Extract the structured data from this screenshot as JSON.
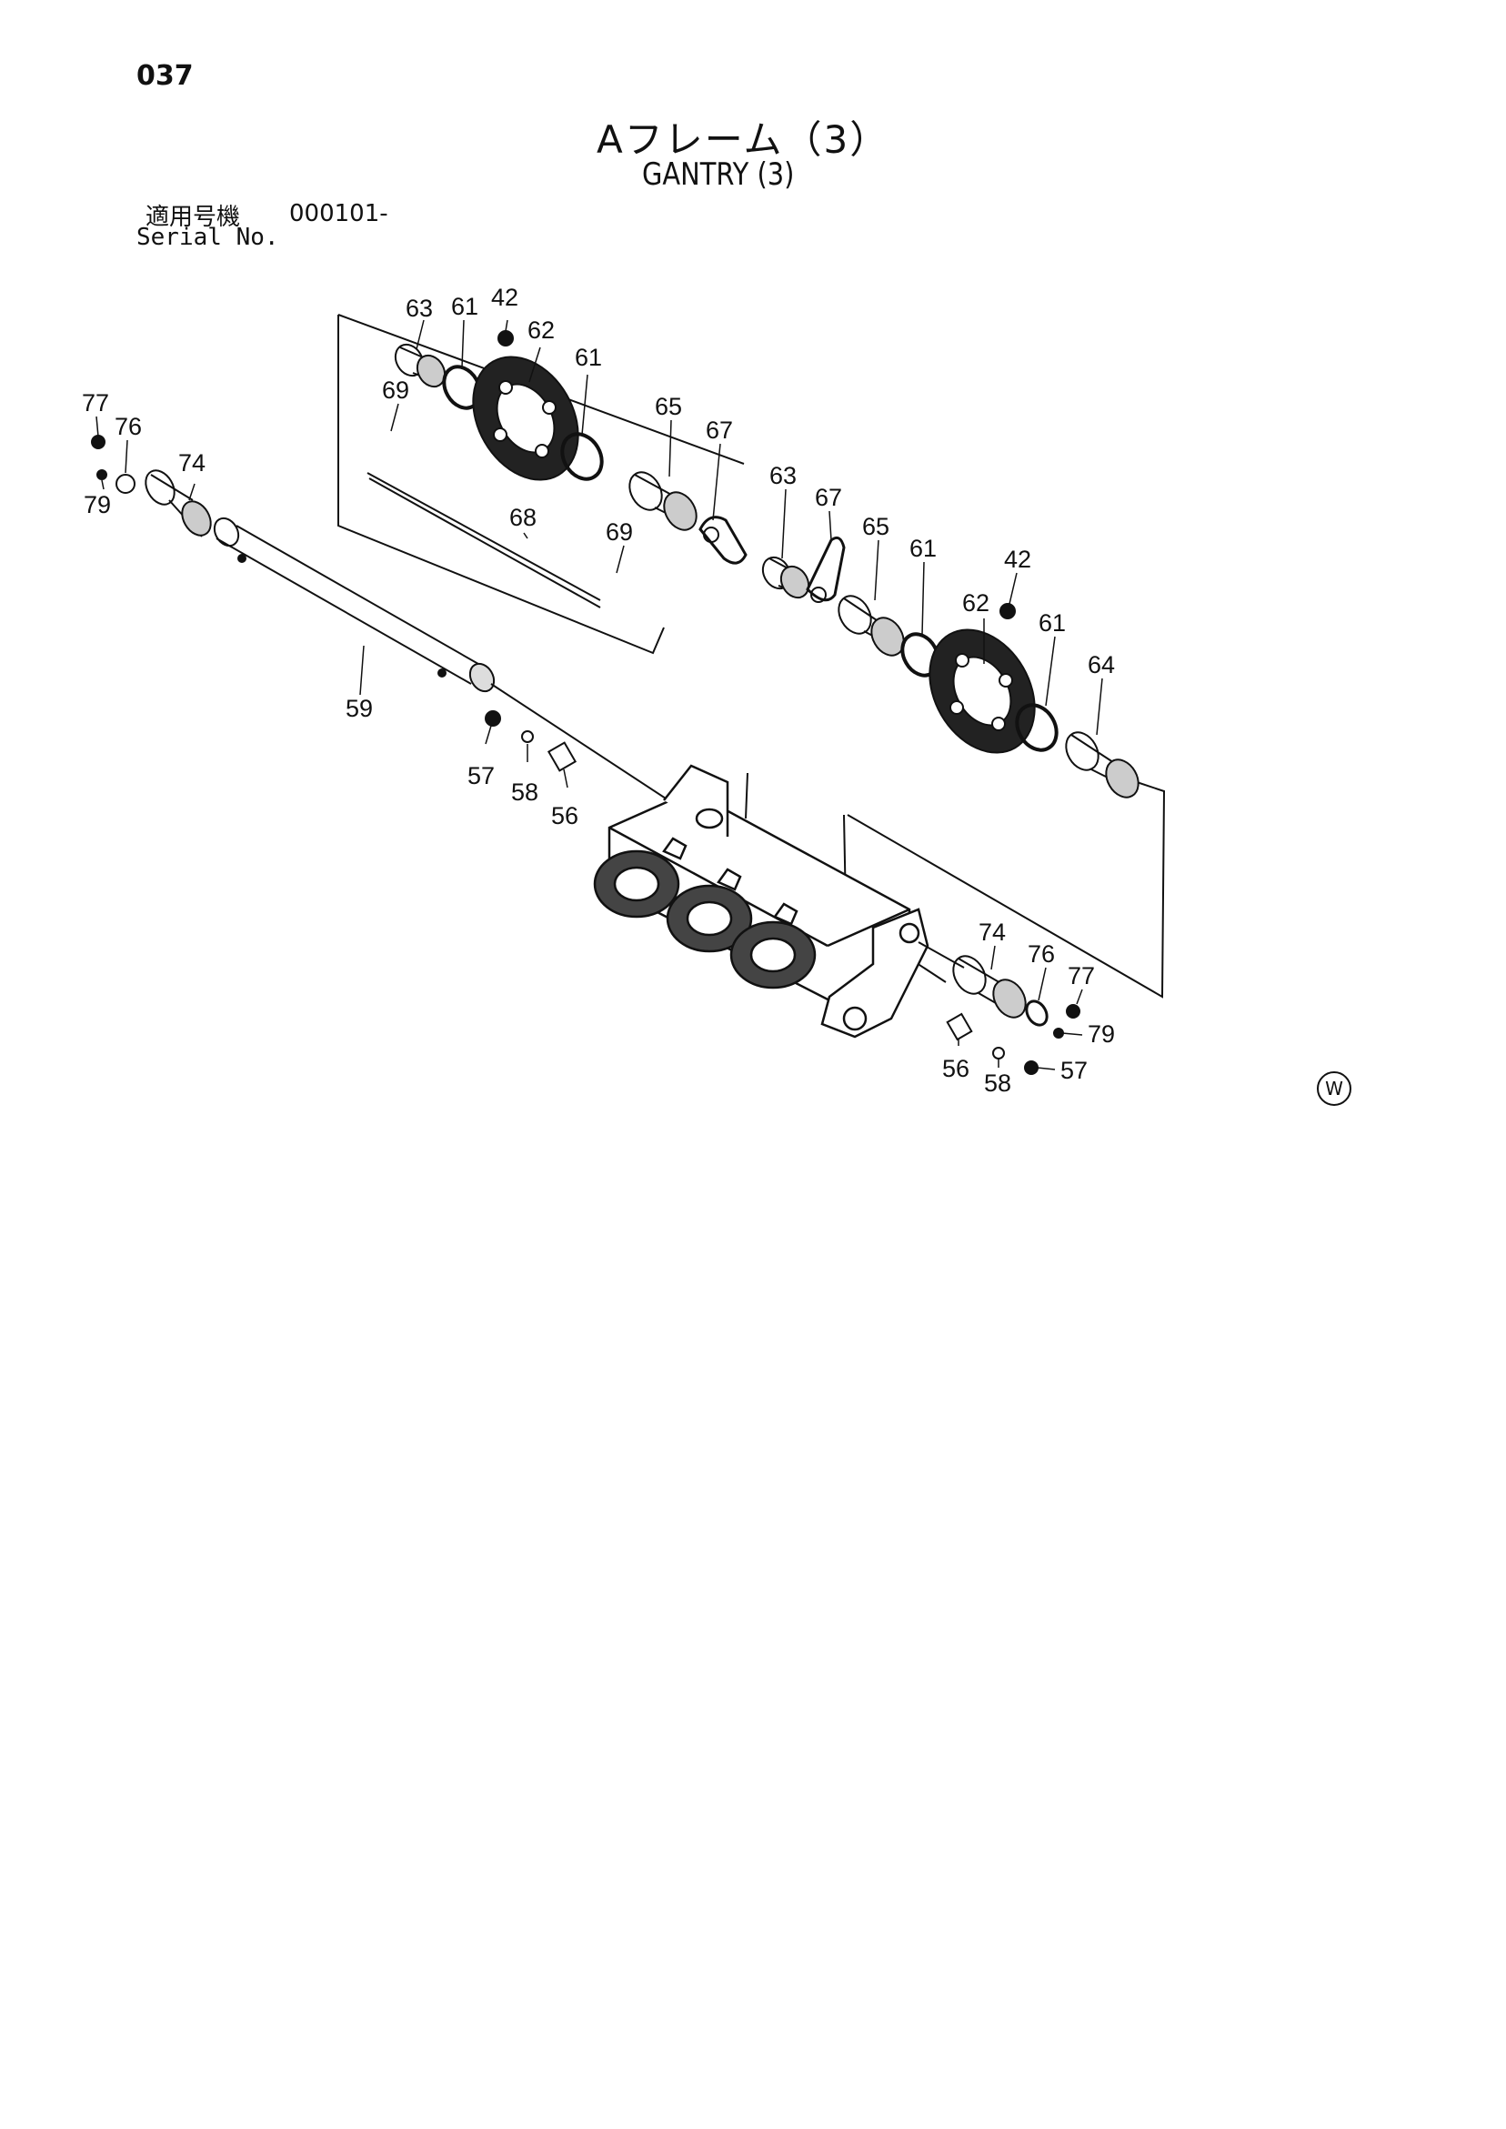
{
  "page_number": "037",
  "title_jp": "Aフレーム（3）",
  "title_en": "GANTRY (3)",
  "serial": {
    "label_jp": "適用号機",
    "label_en": "Serial No.",
    "value": "000101-"
  },
  "mark_symbol": "W",
  "callouts": {
    "c63a": "63",
    "c61a": "61",
    "c42a": "42",
    "c62a": "62",
    "c61b": "61",
    "c69a": "69",
    "c65a": "65",
    "c67a": "67",
    "c63b": "63",
    "c67b": "67",
    "c68": "68",
    "c69b": "69",
    "c65b": "65",
    "c61c": "61",
    "c42b": "42",
    "c62b": "62",
    "c61d": "61",
    "c64": "64",
    "c77a": "77",
    "c76a": "76",
    "c79a": "79",
    "c74a": "74",
    "c59": "59",
    "c57a": "57",
    "c58a": "58",
    "c56a": "56",
    "c74b": "74",
    "c76b": "76",
    "c77b": "77",
    "c79b": "79",
    "c56b": "56",
    "c58b": "58",
    "c57b": "57"
  }
}
